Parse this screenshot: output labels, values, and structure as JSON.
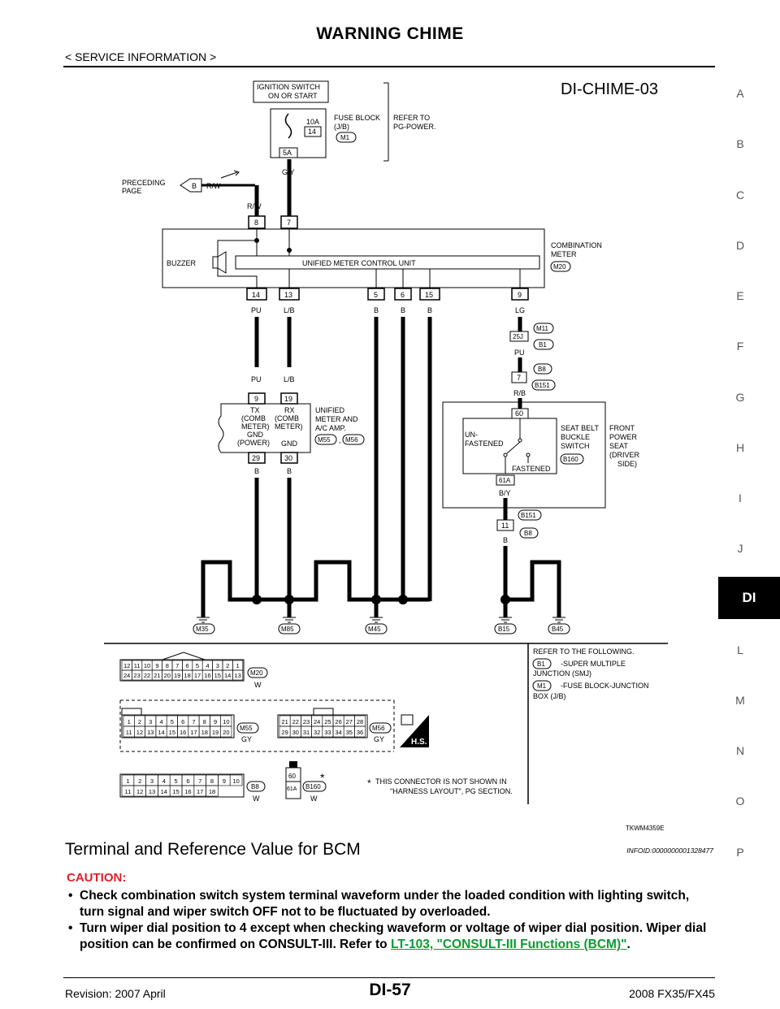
{
  "header": {
    "title": "WARNING CHIME",
    "subtitle": "< SERVICE INFORMATION >"
  },
  "side_index": {
    "letters": [
      "A",
      "B",
      "C",
      "D",
      "E",
      "F",
      "G",
      "H",
      "I",
      "J",
      "DI",
      "L",
      "M",
      "N",
      "O",
      "P"
    ],
    "active": "DI"
  },
  "diagram": {
    "code": "DI-CHIME-03",
    "figure_id": "TKWM4359E",
    "labels": {
      "ignition": "IGNITION SWITCH",
      "ignition2": "ON OR START",
      "fuse_amp": "10A",
      "fuse_num": "14",
      "fuse_block": "FUSE BLOCK",
      "fuse_block2": "(J/B)",
      "m1": "M1",
      "refer": "REFER TO",
      "refer2": "PG-POWER.",
      "five_a": "5A",
      "gy": "G/Y",
      "preceding": "PRECEDING",
      "preceding2": "PAGE",
      "b": "B",
      "rw": "R/W",
      "buzzer": "BUZZER",
      "unified_ctrl": "UNIFIED METER CONTROL UNIT",
      "combination": "COMBINATION",
      "combination2": "METER",
      "m20": "M20",
      "pu": "PU",
      "lb": "L/B",
      "lg": "LG",
      "m11": "M11",
      "b1": "B1",
      "twentyfive_j": "25J",
      "b8": "B8",
      "b151": "B151",
      "rb": "R/B",
      "tx": "TX",
      "comb": "(COMB",
      "meter": "METER)",
      "gnd": "GND",
      "power": "(POWER)",
      "rx": "RX",
      "unified_amp": "UNIFIED",
      "unified_amp2": "METER AND",
      "unified_amp3": "A/C AMP.",
      "m55": "M55",
      "m56": "M56",
      "un": "UN-",
      "fastened_top": "FASTENED",
      "seat_belt": "SEAT BELT",
      "buckle": "BUCKLE",
      "switch": "SWITCH",
      "b160": "B160",
      "fastened": "FASTENED",
      "front_power": "FRONT",
      "front_power2": "POWER",
      "front_power3": "SEAT",
      "front_power4": "(DRIVER",
      "front_power5": "SIDE)",
      "sixty_one_a": "61A",
      "by": "B/Y",
      "m35": "M35",
      "m85": "M85",
      "m45": "M45",
      "b15": "B15",
      "b45": "B45",
      "refer_following": "REFER TO THE FOLLOWING.",
      "smj": "-SUPER MULTIPLE",
      "smj2": "JUNCTION (SMJ)",
      "fbj": "-FUSE BLOCK-JUNCTION",
      "fbj2": "BOX (J/B)",
      "w": "W",
      "gy2": "GY",
      "hs": "H.S.",
      "note": "THIS CONNECTOR IS NOT SHOWN IN",
      "note2": "\"HARNESS LAYOUT\", PG SECTION."
    },
    "pins": {
      "top": [
        "8",
        "7"
      ],
      "bottom": [
        "14",
        "13",
        "5",
        "6",
        "15",
        "9"
      ],
      "amp_top": [
        "9",
        "19"
      ],
      "amp_bot": [
        "29",
        "30"
      ],
      "seven": "7",
      "eleven": "11",
      "sixty": "60"
    },
    "connectors": {
      "m20_top": [
        "12",
        "11",
        "10",
        "9",
        "8",
        "7",
        "6",
        "5",
        "4",
        "3",
        "2",
        "1"
      ],
      "m20_bot": [
        "24",
        "23",
        "22",
        "21",
        "20",
        "19",
        "18",
        "17",
        "16",
        "15",
        "14",
        "13"
      ],
      "m55_top": [
        "1",
        "2",
        "3",
        "4",
        "5",
        "6",
        "7",
        "8",
        "9",
        "10"
      ],
      "m55_bot": [
        "11",
        "12",
        "13",
        "14",
        "15",
        "16",
        "17",
        "18",
        "19",
        "20"
      ],
      "m56_top": [
        "21",
        "22",
        "23",
        "24",
        "25",
        "26",
        "27",
        "28"
      ],
      "m56_bot": [
        "29",
        "30",
        "31",
        "32",
        "33",
        "34",
        "35",
        "36"
      ],
      "b8_top": [
        "1",
        "2",
        "3",
        "4",
        "5",
        "6",
        "7",
        "8",
        "9",
        "10"
      ],
      "b8_bot": [
        "11",
        "12",
        "13",
        "14",
        "15",
        "16",
        "17",
        "18"
      ]
    }
  },
  "section": {
    "title": "Terminal and Reference Value for BCM",
    "info_id": "INFOID:0000000001328477",
    "caution_label": "CAUTION:",
    "bullet1": "Check combination switch system terminal waveform under the loaded condition with lighting switch, turn signal and wiper switch OFF not to be fluctuated by overloaded.",
    "bullet2_pre": "Turn wiper dial position to 4 except when checking waveform or voltage of wiper dial position. Wiper dial position can be confirmed on CONSULT-III. Refer to ",
    "bullet2_link": "LT-103, \"CONSULT-III Functions (BCM)\"",
    "bullet2_post": "."
  },
  "footer": {
    "revision": "Revision: 2007 April",
    "page": "DI-57",
    "model": "2008 FX35/FX45"
  }
}
